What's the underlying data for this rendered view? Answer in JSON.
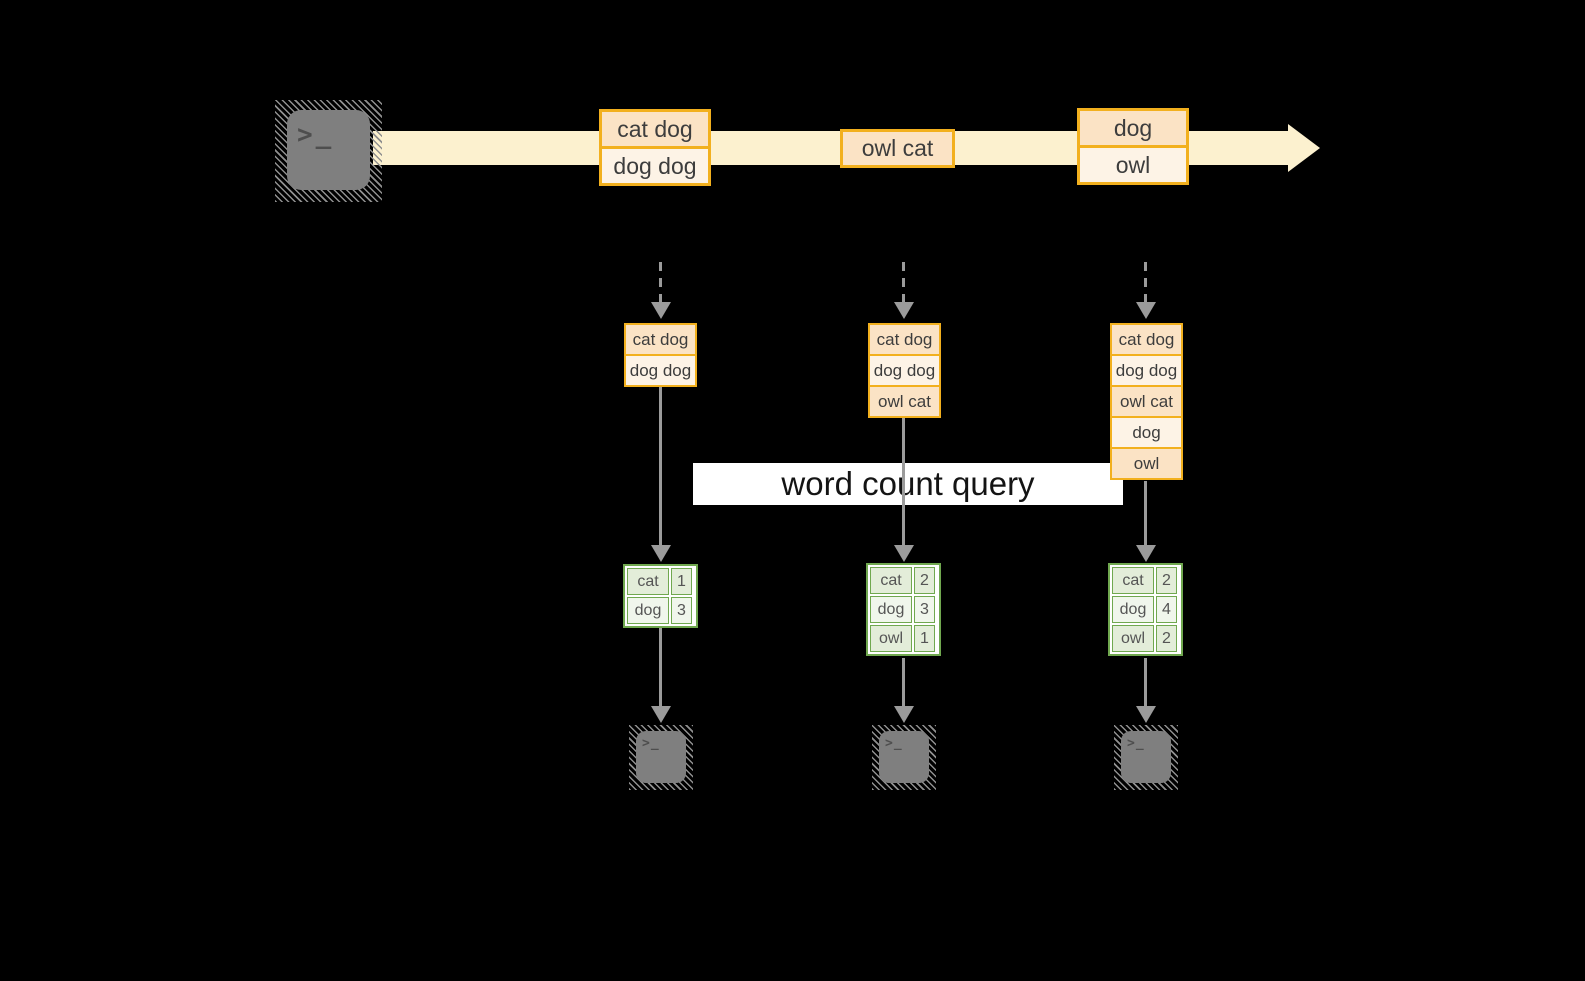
{
  "diagram": {
    "query_label": "word count query",
    "prompt_glyph": ">_",
    "stream_events": [
      {
        "lines": [
          "cat dog",
          "dog dog"
        ]
      },
      {
        "lines": [
          "owl cat"
        ]
      },
      {
        "lines": [
          "dog",
          "owl"
        ]
      }
    ],
    "columns": [
      {
        "buffer": [
          "cat dog",
          "dog dog"
        ],
        "counts": [
          {
            "word": "cat",
            "value": "1"
          },
          {
            "word": "dog",
            "value": "3"
          }
        ]
      },
      {
        "buffer": [
          "cat dog",
          "dog dog",
          "owl cat"
        ],
        "counts": [
          {
            "word": "cat",
            "value": "2"
          },
          {
            "word": "dog",
            "value": "3"
          },
          {
            "word": "owl",
            "value": "1"
          }
        ]
      },
      {
        "buffer": [
          "cat dog",
          "dog dog",
          "owl cat",
          "dog",
          "owl"
        ],
        "counts": [
          {
            "word": "cat",
            "value": "2"
          },
          {
            "word": "dog",
            "value": "4"
          },
          {
            "word": "owl",
            "value": "2"
          }
        ]
      }
    ],
    "colors": {
      "background": "#000000",
      "stream_fill": "#fcf1cf",
      "event_border": "#f2b01e",
      "event_fill_dark": "#fbe3c5",
      "event_fill_light": "#fdf3e6",
      "table_border": "#70a84f",
      "table_fill_dark": "#e3edd9",
      "table_fill_light": "#f0f6ec",
      "arrow_gray": "#9b9b9b",
      "terminal_gray": "#7f7f7f"
    }
  }
}
